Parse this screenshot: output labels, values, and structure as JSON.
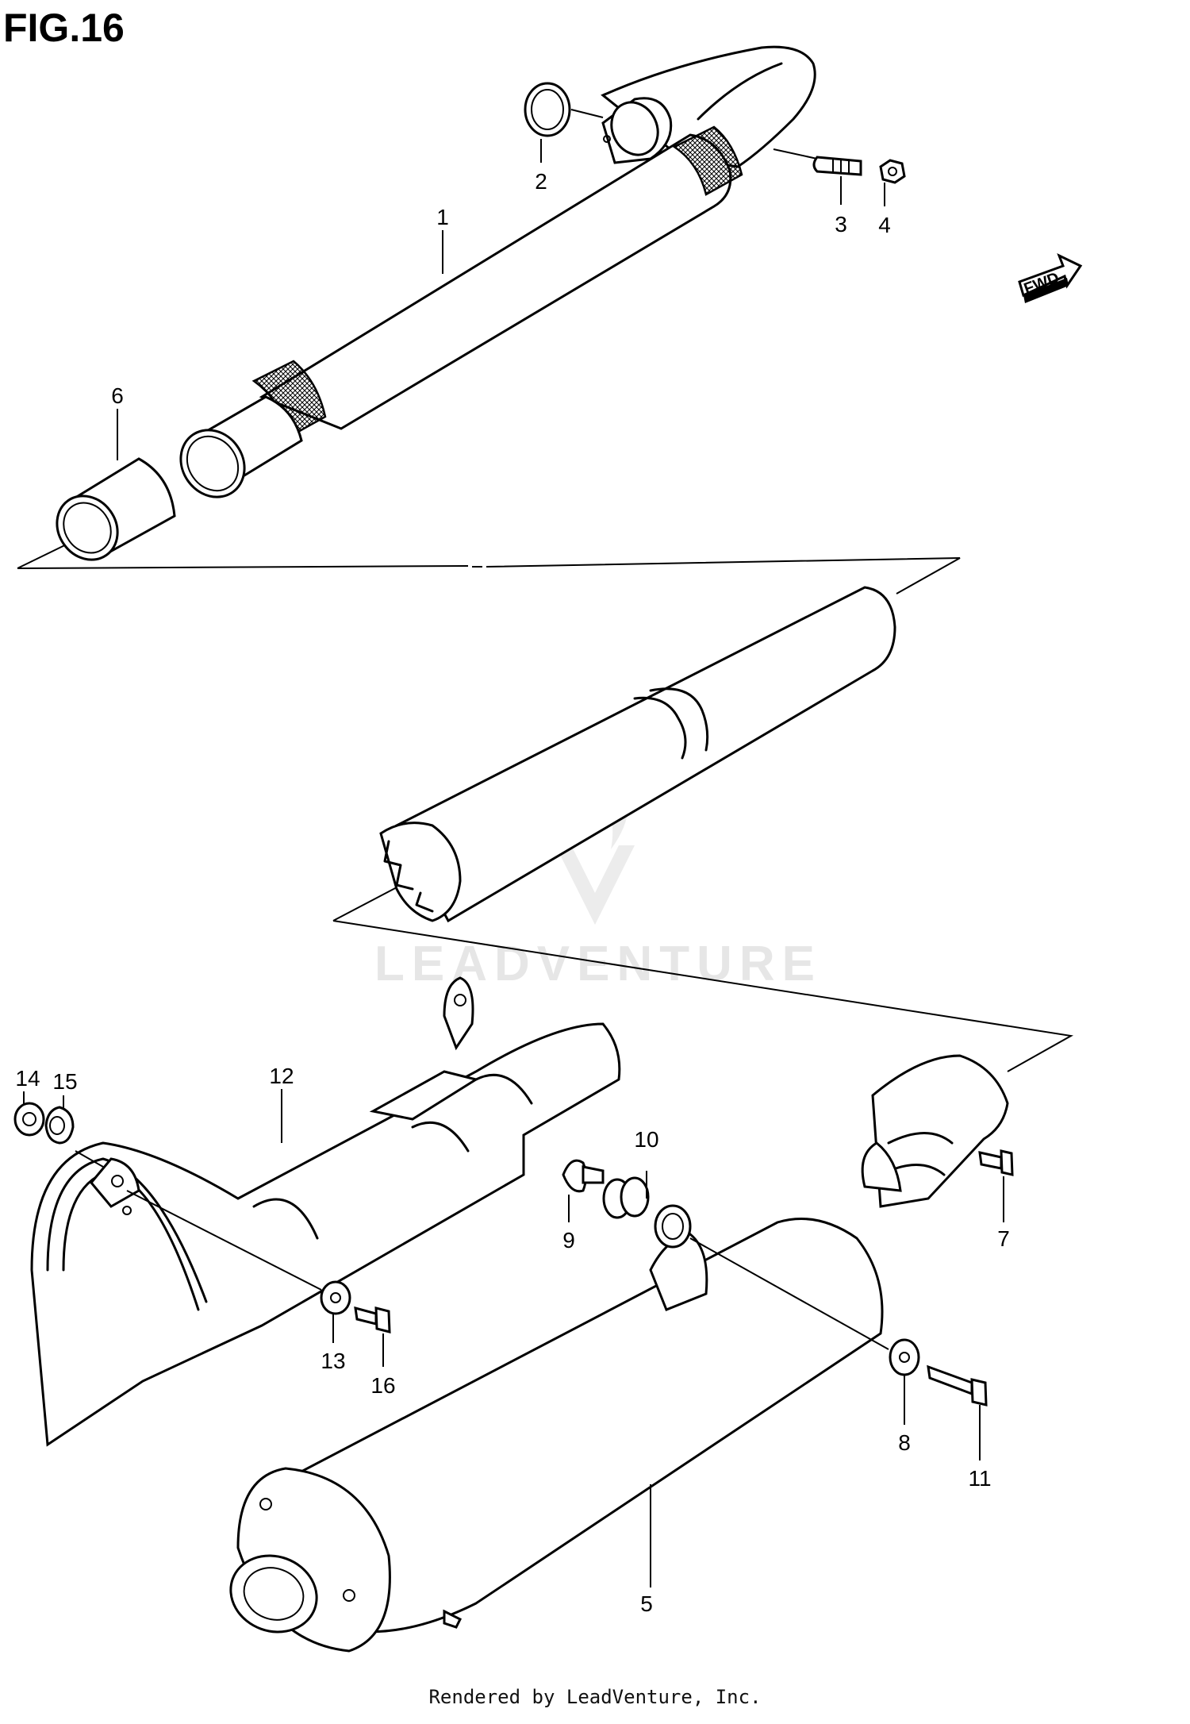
{
  "title": "FIG.16",
  "footer": "Rendered by LeadVenture, Inc.",
  "watermark": "LEADVENTURE",
  "fwd_label": "FWD",
  "callouts": [
    "1",
    "2",
    "3",
    "4",
    "5",
    "6",
    "7",
    "8",
    "9",
    "10",
    "11",
    "12",
    "13",
    "14",
    "15",
    "16"
  ]
}
